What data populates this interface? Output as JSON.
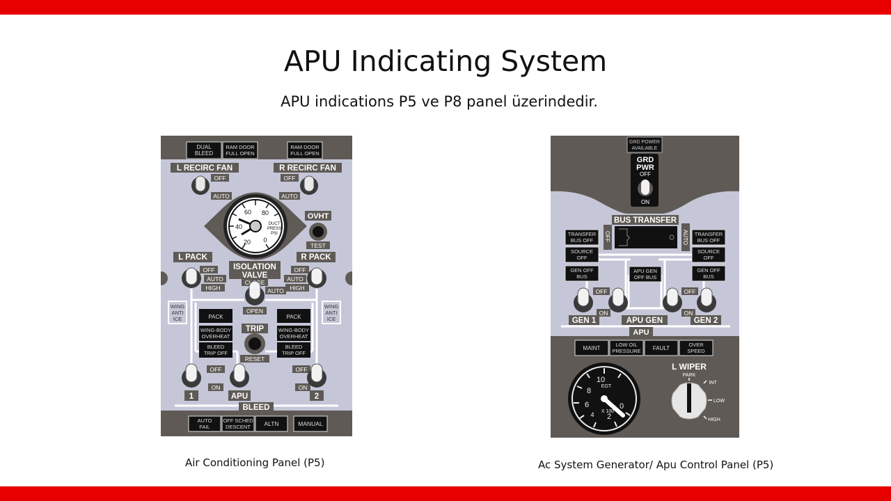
{
  "slide": {
    "title": "APU Indicating System",
    "subtitle": "APU indications P5 ve P8 panel üzerindedir.",
    "colors": {
      "bar": "#e60000",
      "panel_dark": "#5f5a55",
      "panel_light": "#c5c7d8"
    }
  },
  "left_panel": {
    "caption": "Air Conditioning Panel (P5)",
    "top_lights": {
      "dual_bleed": [
        "DUAL",
        "BLEED"
      ],
      "ram_door_l": [
        "RAM DOOR",
        "FULL OPEN"
      ],
      "ram_door_r": [
        "RAM DOOR",
        "FULL OPEN"
      ]
    },
    "l_recirc_fan": "L RECIRC FAN",
    "r_recirc_fan": "R RECIRC FAN",
    "off": "OFF",
    "auto": "AUTO",
    "high": "HIGH",
    "gauge": {
      "ticks": [
        "60",
        "80",
        "40",
        "20",
        "0"
      ],
      "label": [
        "DUCT",
        "PRESS",
        "PSI"
      ]
    },
    "ovht": "OVHT",
    "test": "TEST",
    "l_pack": "L PACK",
    "r_pack": "R PACK",
    "isolation_valve": [
      "ISOLATION",
      "VALVE"
    ],
    "close": "CLOSE",
    "open": "OPEN",
    "wing_anti_ice": [
      "WING",
      "ANTI",
      "ICE"
    ],
    "pack": "PACK",
    "wing_body_overheat": [
      "WING-BODY",
      "OVERHEAT"
    ],
    "bleed_trip_off": [
      "BLEED",
      "TRIP OFF"
    ],
    "trip": "TRIP",
    "reset": "RESET",
    "on": "ON",
    "one": "1",
    "two": "2",
    "apu": "APU",
    "bleed": "BLEED",
    "bottom": {
      "auto_fail": [
        "AUTO",
        "FAIL"
      ],
      "off_sched": [
        "OFF SCHED",
        "DESCENT"
      ],
      "altn": "ALTN",
      "manual": "MANUAL"
    }
  },
  "right_panel": {
    "caption": "Ac System Generator/ Apu Control Panel (P5)",
    "grd_power_available": [
      "GRD POWER",
      "AVAILABLE"
    ],
    "grd_pwr": [
      "GRD",
      "PWR"
    ],
    "off": "OFF",
    "on": "ON",
    "auto": "AUTO",
    "bus_transfer": "BUS TRANSFER",
    "transfer_bus_off": [
      "TRANSFER",
      "BUS OFF"
    ],
    "source_off": [
      "SOURCE",
      "OFF"
    ],
    "gen_off_bus": [
      "GEN OFF",
      "BUS"
    ],
    "apu_gen_off_bus": [
      "APU GEN",
      "OFF BUS"
    ],
    "gen1": "GEN 1",
    "apu_gen": "APU GEN",
    "gen2": "GEN 2",
    "apu": "APU",
    "annunciators": {
      "maint": "MAINT",
      "low_oil": [
        "LOW OIL",
        "PRESSURE"
      ],
      "fault": "FAULT",
      "overspeed": [
        "OVER",
        "SPEED"
      ]
    },
    "egt_gauge": {
      "ticks": [
        "10",
        "8",
        "6",
        "4",
        "2",
        "0"
      ],
      "label": "EGT",
      "multiplier": "X 100"
    },
    "wiper": {
      "title": "L WIPER",
      "park": "PARK",
      "int": "INT",
      "low": "LOW",
      "high": "HIGH"
    }
  }
}
